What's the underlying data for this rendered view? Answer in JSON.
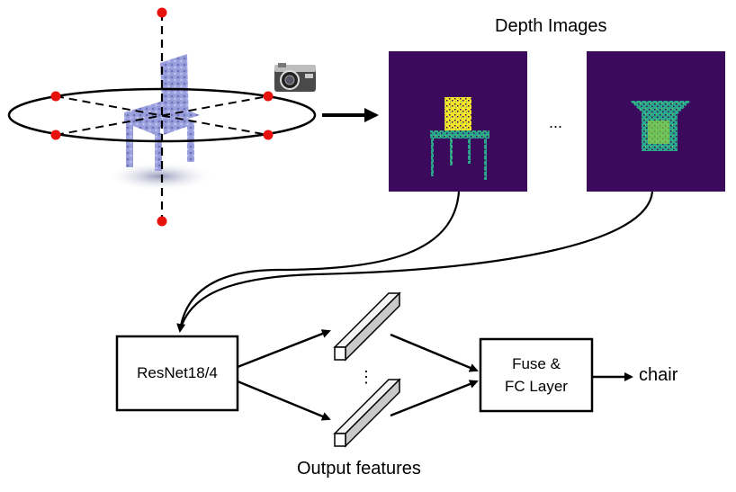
{
  "depth_images": {
    "title": "Depth Images",
    "ellipsis": "..."
  },
  "network": {
    "backbone_label": "ResNet18/4",
    "fuse_label_line1": "Fuse &",
    "fuse_label_line2": "FC Layer",
    "output_label": "chair",
    "features_label": "Output features",
    "features_ellipsis": "⋮"
  },
  "colors": {
    "viewpoint": "#e8120c",
    "depth_background": "#3b0a5c",
    "depth_near": "#f2e52a",
    "depth_mid": "#2aa68a",
    "chair_model": "#8f95d6",
    "feature_vector": "#e4e4e4"
  },
  "icons": [
    "camera-icon"
  ]
}
